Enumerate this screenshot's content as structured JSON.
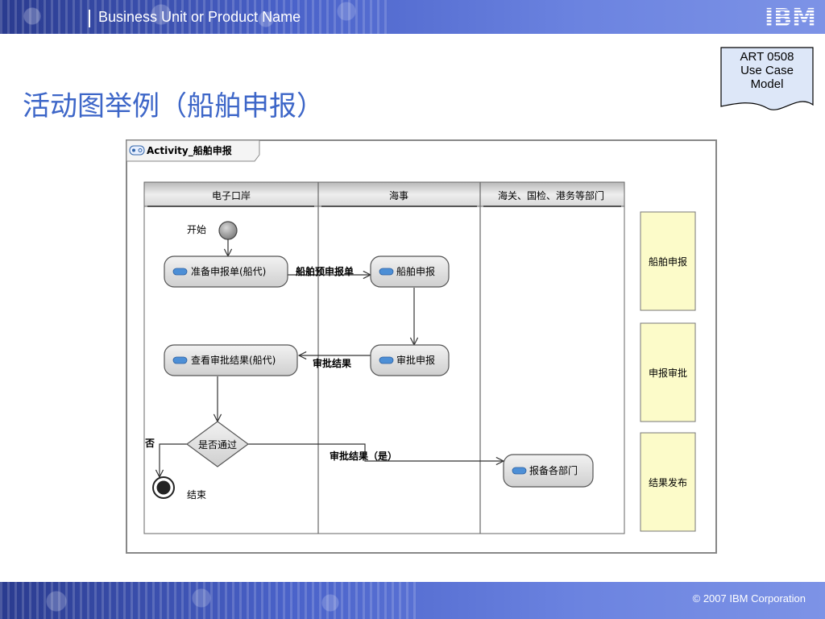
{
  "header": {
    "unit_name": "Business Unit or Product Name",
    "logo": "IBM"
  },
  "footer": {
    "copyright": "© 2007 IBM Corporation"
  },
  "slide": {
    "title": "活动图举例（船舶申报）"
  },
  "badge": {
    "line1": "ART 0508",
    "line2": "Use Case",
    "line3": "Model"
  },
  "diagram": {
    "frame_title": "Activity_船舶申报",
    "lanes": [
      "电子口岸",
      "海事",
      "海关、国检、港务等部门"
    ],
    "start_label": "开始",
    "end_label": "结束",
    "actions": {
      "prepare": "准备申报单(船代)",
      "declare": "船舶申报",
      "approve": "审批申报",
      "view": "查看审批结果(船代)",
      "report": "报备各部门"
    },
    "decision": "是否通过",
    "flows": {
      "prepare_to_declare": "船舶预申报单",
      "approve_to_view": "审批结果",
      "decision_no": "否",
      "decision_yes": "审批结果（是）"
    },
    "phases": [
      "船舶申报",
      "申报审批",
      "结果发布"
    ]
  },
  "colors": {
    "title": "#3d66c8",
    "header": "#4a62c9",
    "phase_fill": "#fcfbc9",
    "action_fill": "#e0e0e0"
  }
}
